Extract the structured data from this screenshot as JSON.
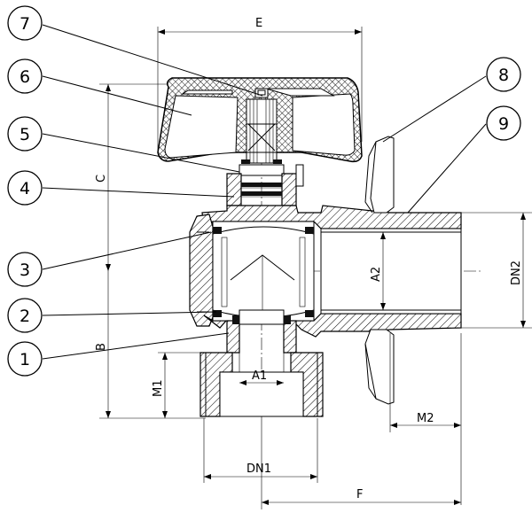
{
  "dimensions": {
    "E": "E",
    "C": "C",
    "B": "B",
    "A1": "A1",
    "A2": "A2",
    "DN2": "DN2",
    "M1": "M1",
    "M2": "M2",
    "DN1": "DN1",
    "F": "F"
  },
  "callouts": [
    "1",
    "2",
    "3",
    "4",
    "5",
    "6",
    "7",
    "8",
    "9"
  ]
}
